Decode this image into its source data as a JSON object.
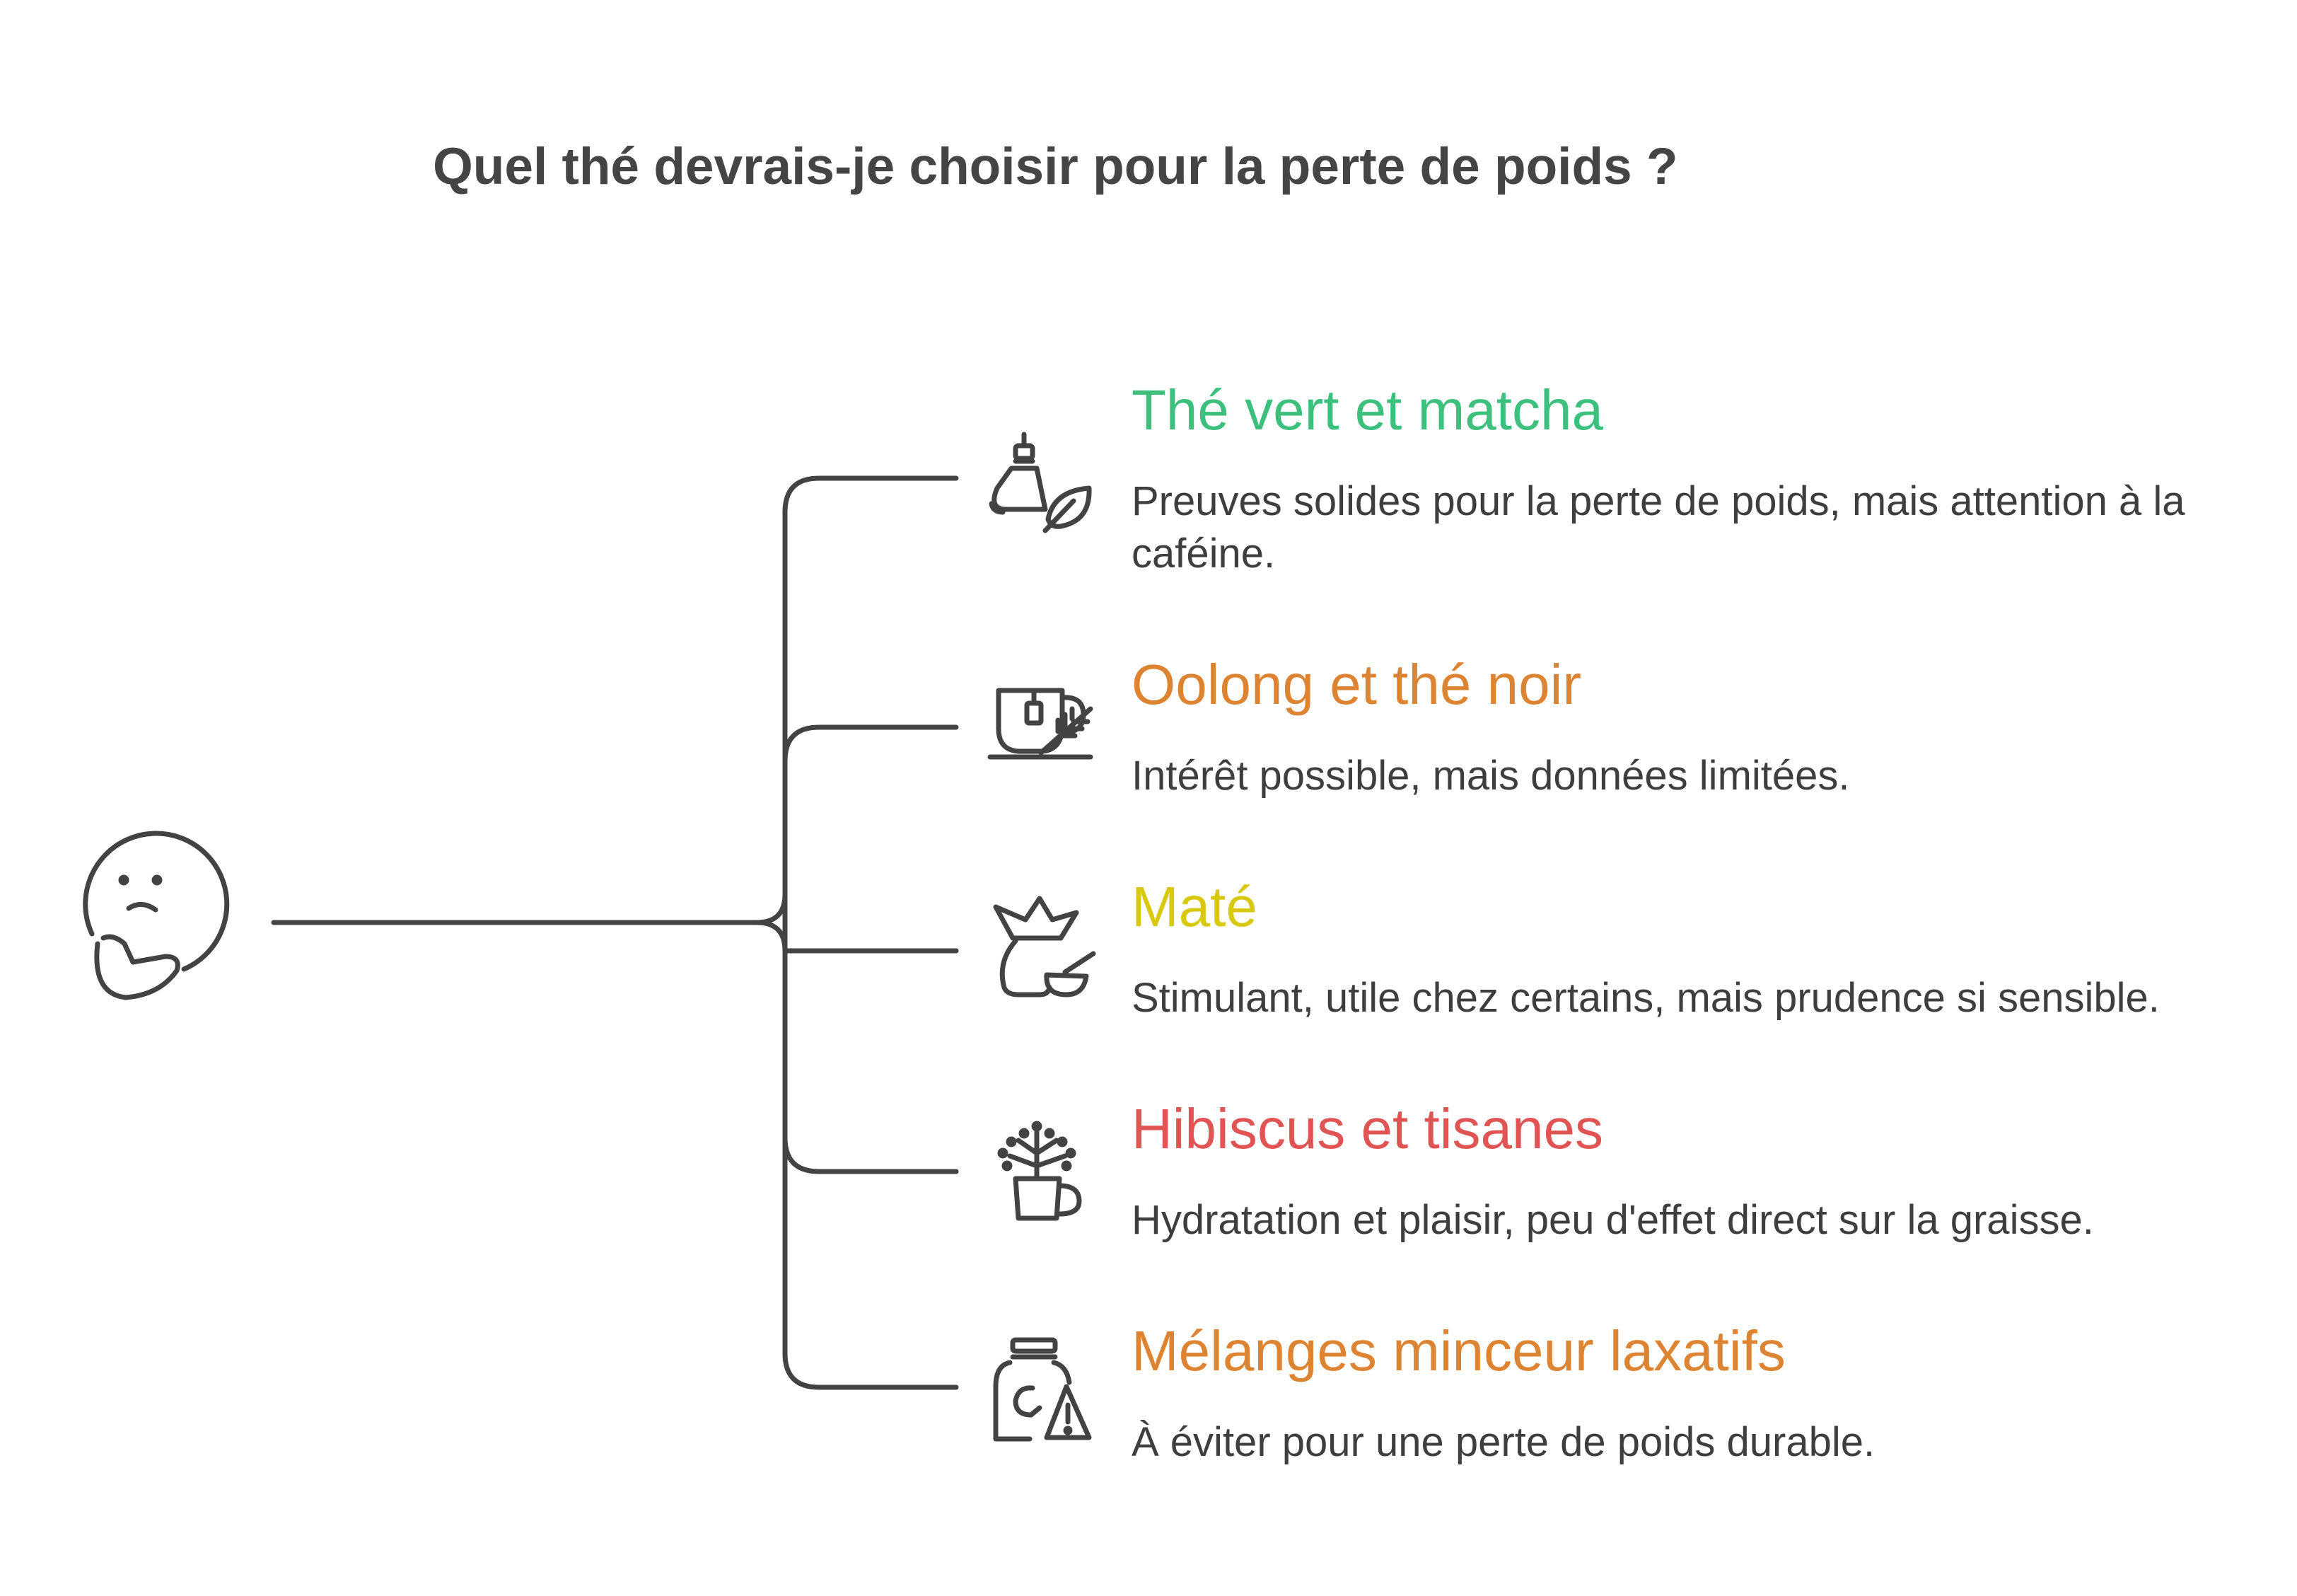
{
  "title": "Quel thé devrais-je choisir pour la perte de poids ?",
  "colors": {
    "line": "#434343",
    "green": "#3dbf7e",
    "orange": "#dd8433",
    "yellow": "#d8c90f",
    "red": "#e05454",
    "text": "#3e3e3e"
  },
  "root_icon": "thinking-face-icon",
  "branches": [
    {
      "title": "Thé vert et matcha",
      "description": "Preuves solides pour la perte de poids, mais attention à la caféine.",
      "color": "#3dbf7e",
      "icon": "tea-bag-leaf-icon"
    },
    {
      "title": "Oolong et thé noir",
      "description": "Intérêt possible, mais données limitées.",
      "color": "#dd8433",
      "icon": "tea-cup-icon"
    },
    {
      "title": "Maté",
      "description": "Stimulant, utile chez certains, mais prudence si sensible.",
      "color": "#d8c90f",
      "icon": "mate-plant-icon"
    },
    {
      "title": "Hibiscus et tisanes",
      "description": "Hydratation et plaisir, peu d'effet direct sur la graisse.",
      "color": "#e05454",
      "icon": "herbal-jar-icon"
    },
    {
      "title": "Mélanges minceur laxatifs",
      "description": "À éviter pour une perte de poids durable.",
      "color": "#dd8433",
      "icon": "warning-jar-icon"
    }
  ]
}
